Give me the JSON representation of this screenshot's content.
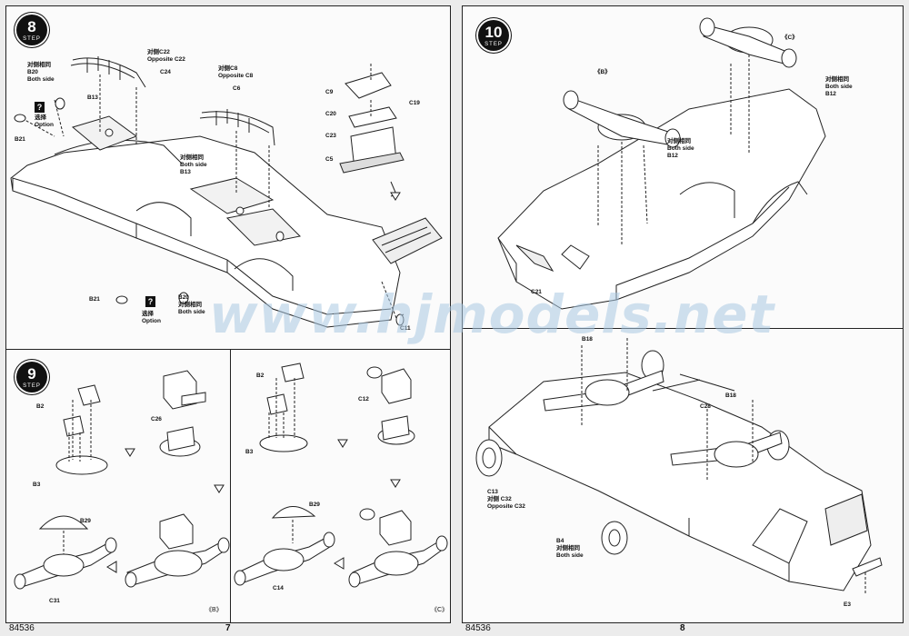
{
  "left_page": {
    "step_main": {
      "number": "8",
      "word": "STEP"
    },
    "step_a": {
      "number": "9",
      "word": "STEP"
    },
    "labels": {
      "c22": {
        "l1": "对侧C22",
        "l2": "Opposite C22"
      },
      "c24": "C24",
      "c8": {
        "l1": "对侧C8",
        "l2": "Opposite C8"
      },
      "c6": "C6",
      "b20_top": {
        "l1": "对侧相同",
        "l2": "B20",
        "l3": "Both side"
      },
      "b13_top": "B13",
      "b21_top": "B21",
      "option_top": {
        "l1": "选择",
        "l2": "Option"
      },
      "b13_mid": {
        "l1": "对侧相同",
        "l2": "Both side",
        "l3": "B13"
      },
      "c9": "C9",
      "c20": "C20",
      "c19": "C19",
      "c23": "C23",
      "c5": "C5",
      "c11": "C11",
      "b21_bottom": "B21",
      "option_bottom": {
        "l1": "选择",
        "l2": "Option"
      },
      "b20_bottom": {
        "l1": "B20",
        "l2": "对侧相同",
        "l3": "Both side"
      },
      "b2_a": "B2",
      "b3_a": "B3",
      "c26": "C26",
      "b29_a": "B29",
      "c31": "C31",
      "tag_b": "《B》",
      "b2_c": "B2",
      "b3_c": "B3",
      "c12": "C12",
      "b29_c": "B29",
      "c14": "C14",
      "tag_c": "《C》"
    },
    "part_no": "84536",
    "page_num": "7"
  },
  "right_page": {
    "step": {
      "number": "10",
      "word": "STEP"
    },
    "labels": {
      "c_top": "《C》",
      "b_top": "《B》",
      "b12_a": {
        "l1": "对侧相同",
        "l2": "Both side",
        "l3": "B12"
      },
      "b12_b": {
        "l1": "对侧相同",
        "l2": "Both side",
        "l3": "B12"
      },
      "c21": "C21",
      "b18_a": "B18",
      "b18_b": "B18",
      "c28": "C28",
      "c13": {
        "l1": "C13",
        "l2": "对侧 C32",
        "l3": "Opposite C32"
      },
      "b4": {
        "l1": "B4",
        "l2": "对侧相同",
        "l3": "Both side"
      },
      "e3": "E3"
    },
    "part_no": "84536",
    "page_num": "8"
  },
  "watermark": "www.hjmodels.net"
}
